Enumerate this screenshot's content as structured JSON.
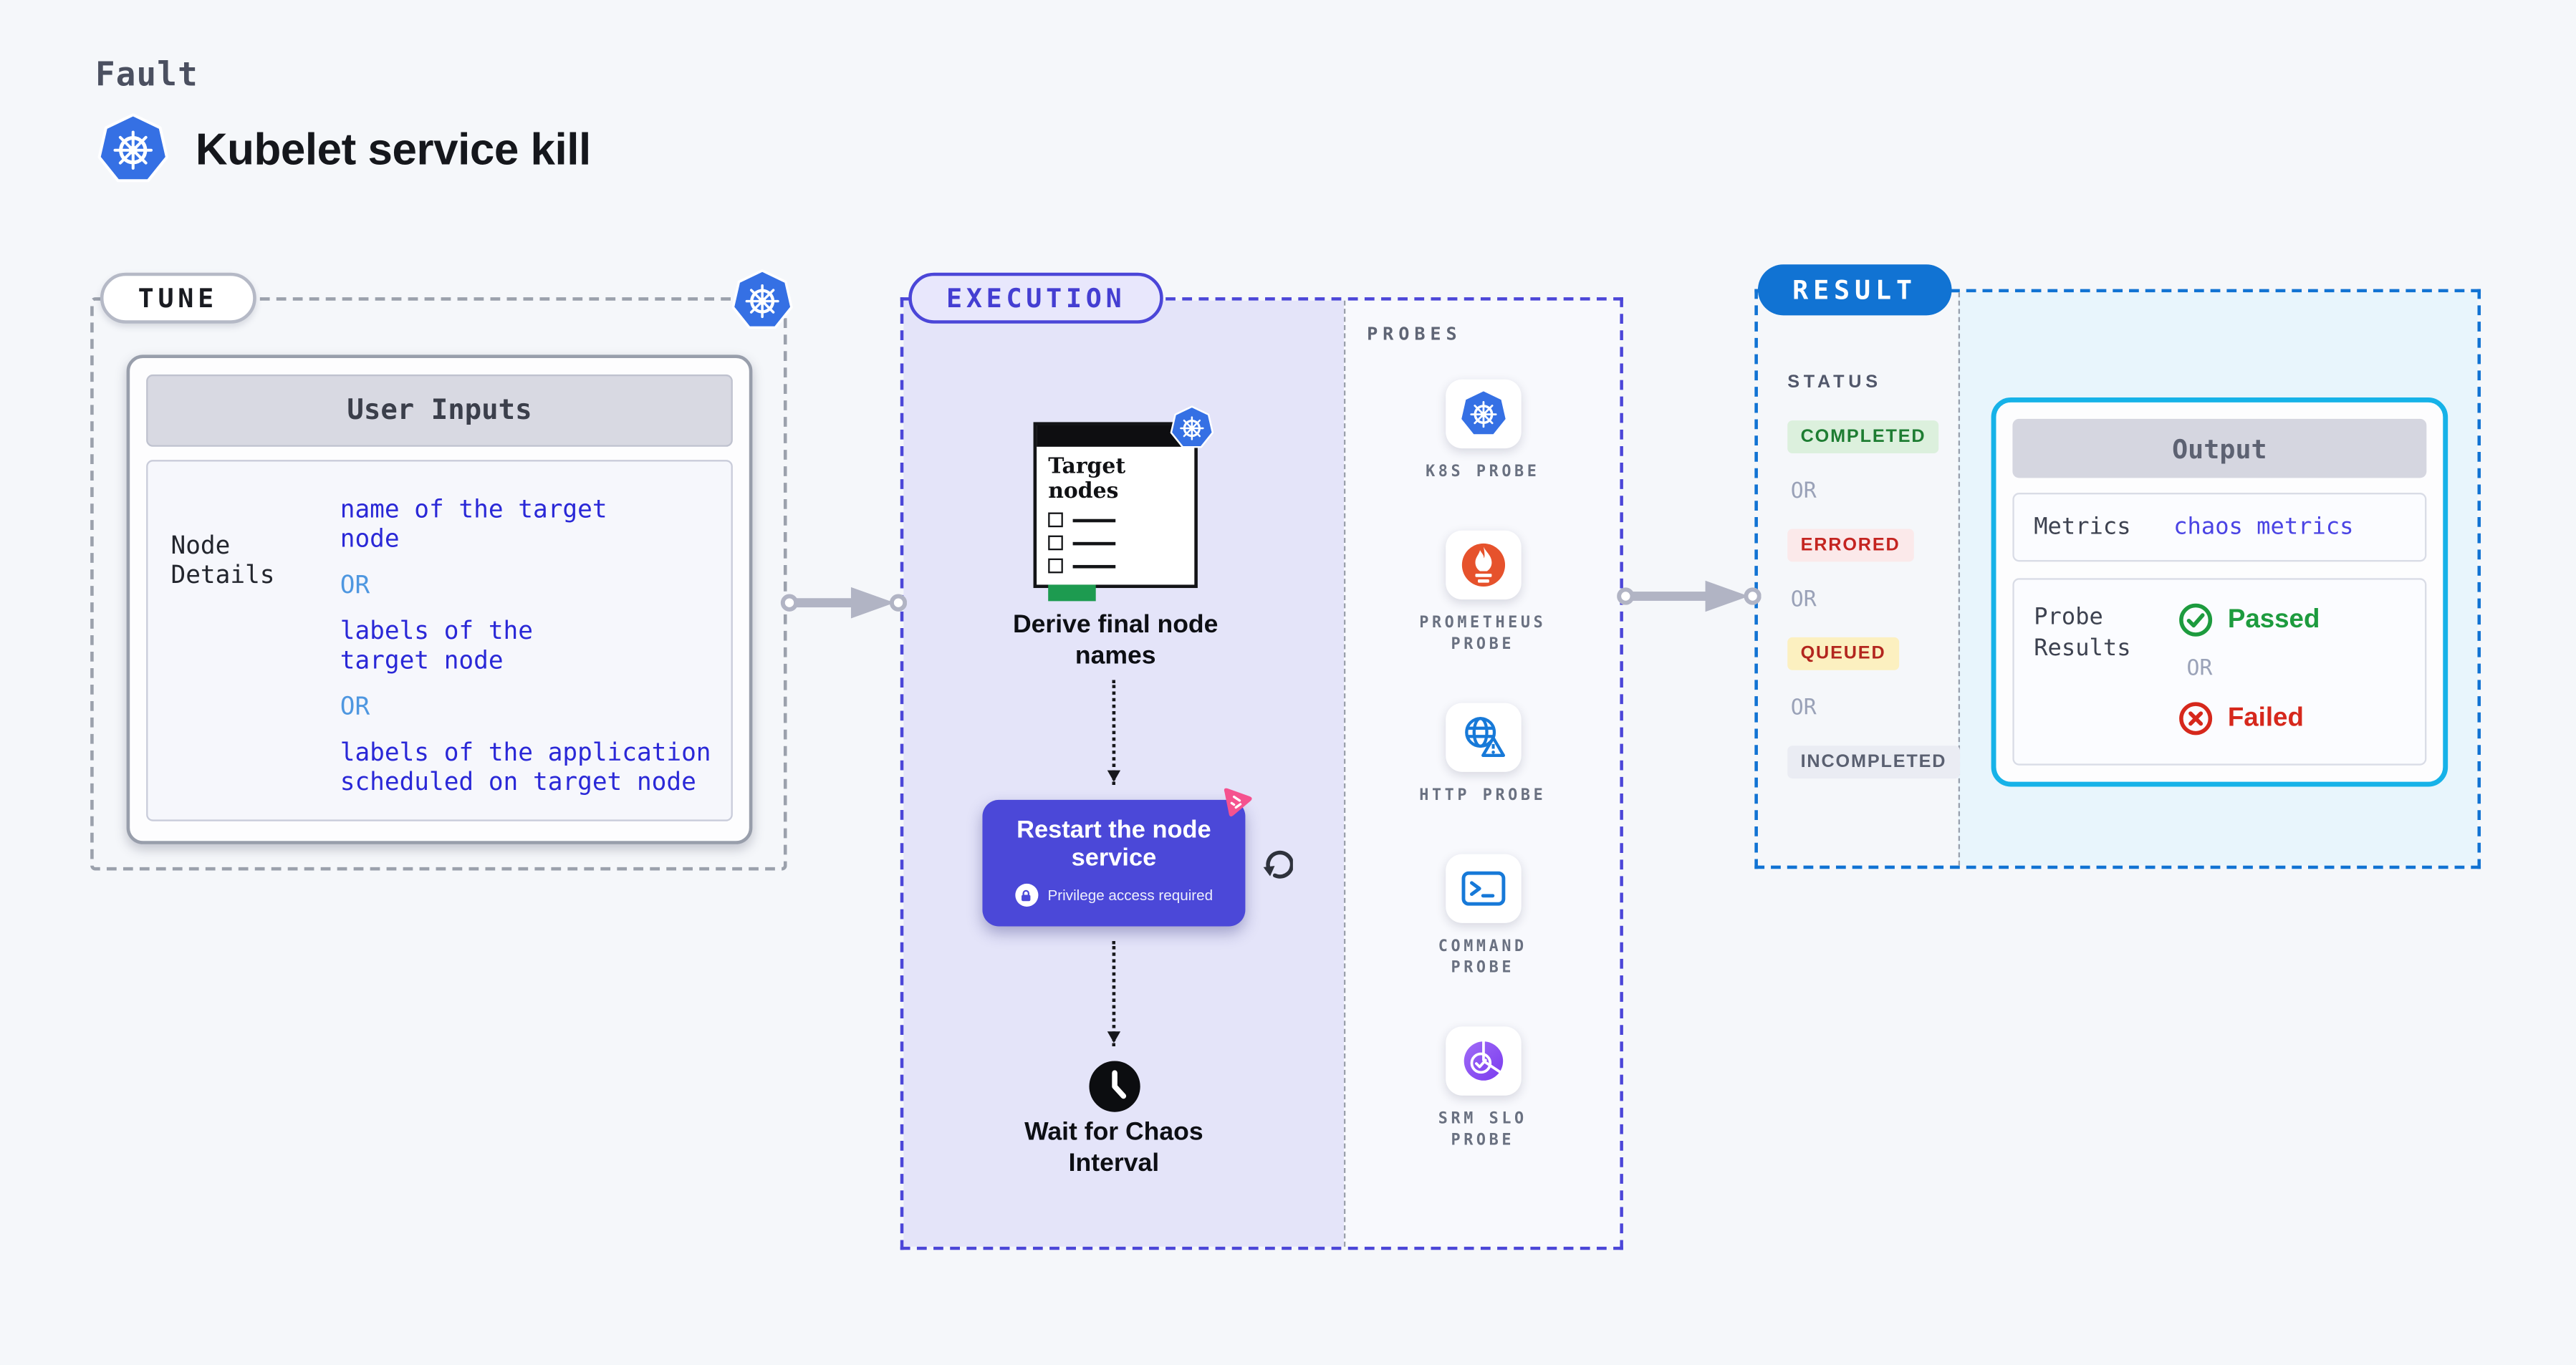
{
  "header": {
    "eyebrow": "Fault",
    "title": "Kubelet service kill"
  },
  "tune": {
    "badge": "TUNE",
    "card_title": "User Inputs",
    "row_label": "Node Details",
    "value_1": "name of the target node",
    "or_1": "OR",
    "value_2": "labels of the target node",
    "or_2": "OR",
    "value_3": "labels of the application scheduled on target node"
  },
  "execution": {
    "badge": "EXECUTION",
    "target_card_title": "Target nodes",
    "step_derive": "Derive final node names",
    "step_restart": "Restart the node service",
    "restart_note": "Privilege access required",
    "step_wait": "Wait for Chaos Interval"
  },
  "probes": {
    "title": "PROBES",
    "items": [
      {
        "label": "K8S PROBE",
        "icon": "kubernetes-icon"
      },
      {
        "label": "PROMETHEUS PROBE",
        "icon": "prometheus-icon"
      },
      {
        "label": "HTTP PROBE",
        "icon": "http-globe-icon"
      },
      {
        "label": "COMMAND PROBE",
        "icon": "terminal-icon"
      },
      {
        "label": "SRM SLO PROBE",
        "icon": "slo-pie-icon"
      }
    ]
  },
  "result": {
    "badge": "RESULT",
    "status_title": "STATUS",
    "or_label": "OR",
    "statuses": [
      {
        "label": "COMPLETED",
        "fg": "#1e7d32",
        "bg": "#dcf0dd"
      },
      {
        "label": "ERRORED",
        "fg": "#c42420",
        "bg": "#fbe9ea"
      },
      {
        "label": "QUEUED",
        "fg": "#b3261e",
        "bg": "#fcf0c0"
      },
      {
        "label": "INCOMPLETED",
        "fg": "#5a6071",
        "bg": "#eaecf3"
      }
    ],
    "output": {
      "title": "Output",
      "metrics_label": "Metrics",
      "metrics_value": "chaos metrics",
      "probe_results_label": "Probe Results",
      "passed_label": "Passed",
      "or_label": "OR",
      "failed_label": "Failed"
    }
  },
  "palette": {
    "page_bg": "#f5f7fa",
    "accent_indigo": "#4b46d8",
    "accent_blue": "#1173d3",
    "accent_cyan": "#16b2e8",
    "k8s_blue": "#3570e4",
    "value_blue": "#2a28d7",
    "or_blue": "#4e97e0",
    "passed_green": "#1d9b3e",
    "failed_red": "#d6281c",
    "arrow_gray": "#b1b4c4",
    "prometheus_orange": "#e6522c",
    "litmus_pink": "#f5528f",
    "srm_purple": "#7a3bee",
    "lavender_fill": "#e4e4f9",
    "result_fill": "#e8f5fc"
  }
}
